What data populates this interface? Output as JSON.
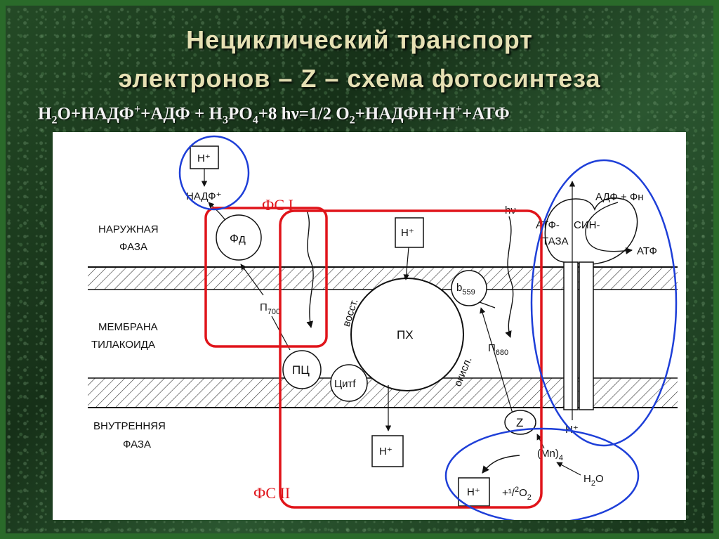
{
  "title": {
    "line1": "Нециклический транспорт",
    "line2": "электронов – Z – схема фотосинтеза"
  },
  "equation": {
    "p1": "H",
    "s1": "2",
    "p2": "O+НАДФ",
    "u1": "+",
    "p3": "+АДФ + H",
    "s2": "3",
    "p4": "PO",
    "s3": "4",
    "p5": "+8 hν=1/2 O",
    "s4": "2",
    "p6": "+НАДФН+H",
    "u2": "+",
    "p7": "+АТФ"
  },
  "diagram": {
    "phase_outer_1": "НАРУЖНАЯ",
    "phase_outer_2": "ФАЗА",
    "membrane_1": "МЕМБРАНА",
    "membrane_2": "ТИЛАКОИДА",
    "phase_inner_1": "ВНУТРЕННЯЯ",
    "phase_inner_2": "ФАЗА",
    "h_plus": "H⁺",
    "nadf": "НАДФ⁺",
    "fd": "Фд",
    "p700": "П",
    "p700_sub": "700",
    "pc": "ПЦ",
    "cytf": "Цитf",
    "pq": "ПХ",
    "b559": "b",
    "b559_sub": "559",
    "p680": "П",
    "p680_sub": "680",
    "z": "Z",
    "mn": "(Mn)",
    "mn_sub": "4",
    "h2o": "H",
    "h2o_sub": "2",
    "h2o_end": "O",
    "o2": "+¹/",
    "o2_mid": "2",
    "o2_end": "O",
    "o2_sub": "2",
    "hv": "hν",
    "restore": "восст.",
    "oxid": "окисл.",
    "atp_synthase_1": "АТФ-",
    "atp_synthase_1b": "СИН-",
    "atp_synthase_2": "ТАЗА",
    "adf_fn": "АДФ + Фн",
    "atf": "АТФ",
    "fs1": "ФС I",
    "fs2": "ФС II"
  },
  "colors": {
    "highlight_red": "#e0141a",
    "highlight_blue": "#1e3fd8"
  }
}
